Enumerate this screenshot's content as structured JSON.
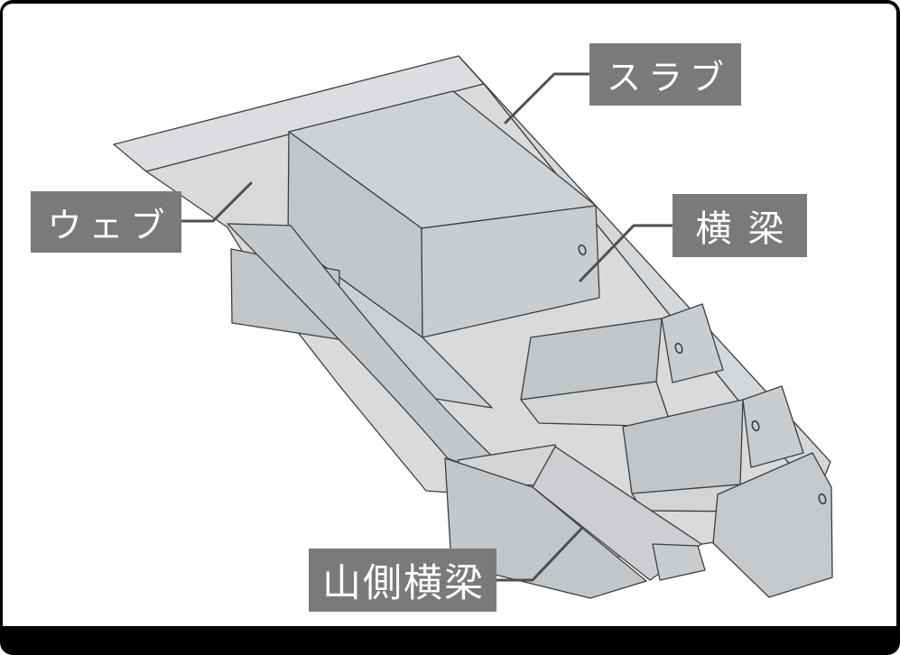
{
  "figure": {
    "kind": "labeled-structural-diagram",
    "labels": [
      {
        "id": "slab",
        "text": "スラブ"
      },
      {
        "id": "web",
        "text": "ウェブ"
      },
      {
        "id": "cross-beam",
        "text": "横 梁"
      },
      {
        "id": "mountain-side-cross-beam",
        "text": "山側横梁"
      }
    ]
  },
  "theme": {
    "frame-color": "#000000",
    "canvas-bg": "#ffffff",
    "label-bg": "#7a7a7a",
    "label-text": "#ffffff",
    "leader-color": "#4f4f4f",
    "edge-color": "#3e3e3e",
    "concrete-light": "#dbdde0",
    "concrete-mid": "#cacdd0",
    "concrete-dark": "#c3c6c9"
  }
}
